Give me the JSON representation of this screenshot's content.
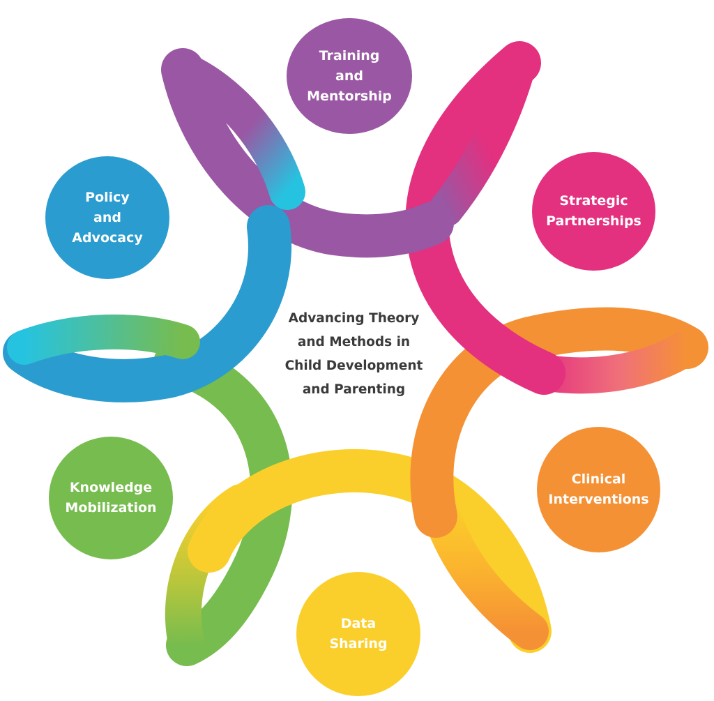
{
  "center": {
    "title": "Advancing Theory\nand Methods in\nChild Development\nand Parenting"
  },
  "pillars": [
    {
      "id": "training",
      "label": "Training\nand\nMentorship",
      "color": "#9a57a3"
    },
    {
      "id": "strategic",
      "label": "Strategic\nPartnerships",
      "color": "#e3307f"
    },
    {
      "id": "clinical",
      "label": "Clinical\nInterventions",
      "color": "#f59135"
    },
    {
      "id": "data",
      "label": "Data\nSharing",
      "color": "#fbcf2b"
    },
    {
      "id": "knowledge",
      "label": "Knowledge\nMobilization",
      "color": "#77bc4e"
    },
    {
      "id": "policy",
      "label": "Policy\nand\nAdvocacy",
      "color": "#2b9ccf"
    }
  ],
  "colors": {
    "purple": "#9a57a3",
    "magenta": "#e3307f",
    "orange": "#f59135",
    "yellow": "#fbcf2b",
    "green": "#77bc4e",
    "blue": "#2b9ccf",
    "cyan": "#26c3e0",
    "center_text": "#3a3a3a"
  }
}
